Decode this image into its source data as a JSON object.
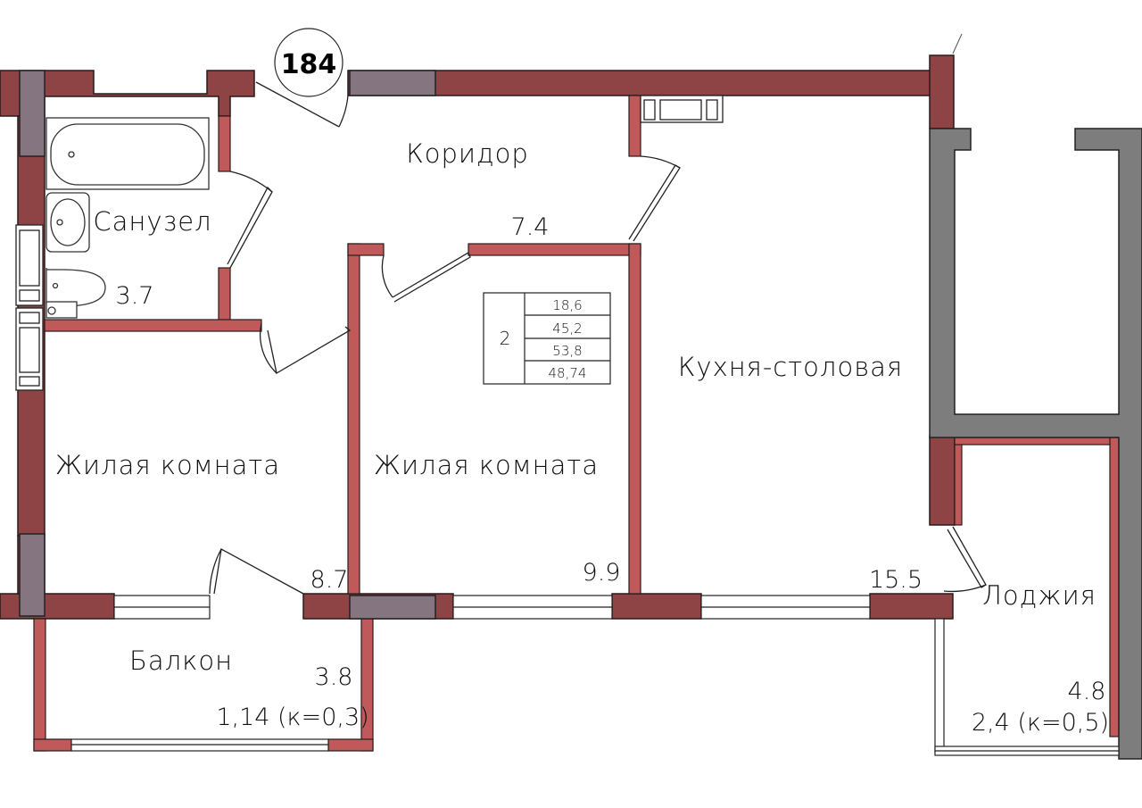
{
  "unit_number": "184",
  "rooms": {
    "corridor": {
      "name": "Коридор",
      "area": "7.4"
    },
    "bathroom": {
      "name": "Санузел",
      "area": "3.7"
    },
    "living_left": {
      "name": "Жилая комната",
      "area": "8.7"
    },
    "living_middle": {
      "name": "Жилая комната",
      "area": "9.9"
    },
    "kitchen": {
      "name": "Кухня-столовая",
      "area": "15.5"
    },
    "balcony": {
      "name": "Балкон",
      "area": "3.8",
      "reduced": "1,14 (к=0,3)"
    },
    "loggia": {
      "name": "Лоджия",
      "area": "4.8",
      "reduced": "2,4 (к=0,5)"
    }
  },
  "summary_table": {
    "rooms_count": "2",
    "values": [
      "18,6",
      "45,2",
      "53,8",
      "48,74"
    ]
  },
  "colors": {
    "wall": "#8e4444",
    "wall_light": "#c05a5a",
    "column": "#857580",
    "neighbor_wall": "#7d7d7d",
    "line": "#222222"
  }
}
